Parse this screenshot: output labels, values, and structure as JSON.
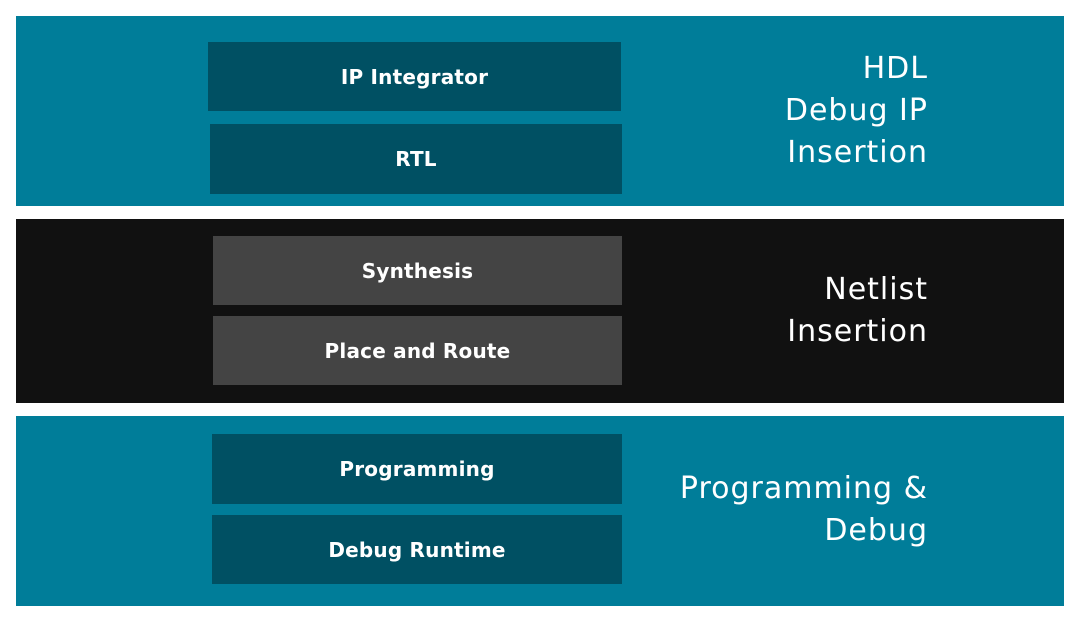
{
  "colors": {
    "teal_band": "#007d99",
    "teal_box": "#005063",
    "dark_band": "#111111",
    "grey_box": "#444444",
    "text": "#ffffff"
  },
  "bands": [
    {
      "label_lines": [
        "HDL",
        "Debug IP",
        "Insertion"
      ],
      "boxes": [
        "IP Integrator",
        "RTL"
      ]
    },
    {
      "label_lines": [
        "Netlist",
        "Insertion"
      ],
      "boxes": [
        "Synthesis",
        "Place and Route"
      ]
    },
    {
      "label_lines": [
        "Programming &",
        "Debug"
      ],
      "boxes": [
        "Programming",
        "Debug Runtime"
      ]
    }
  ]
}
